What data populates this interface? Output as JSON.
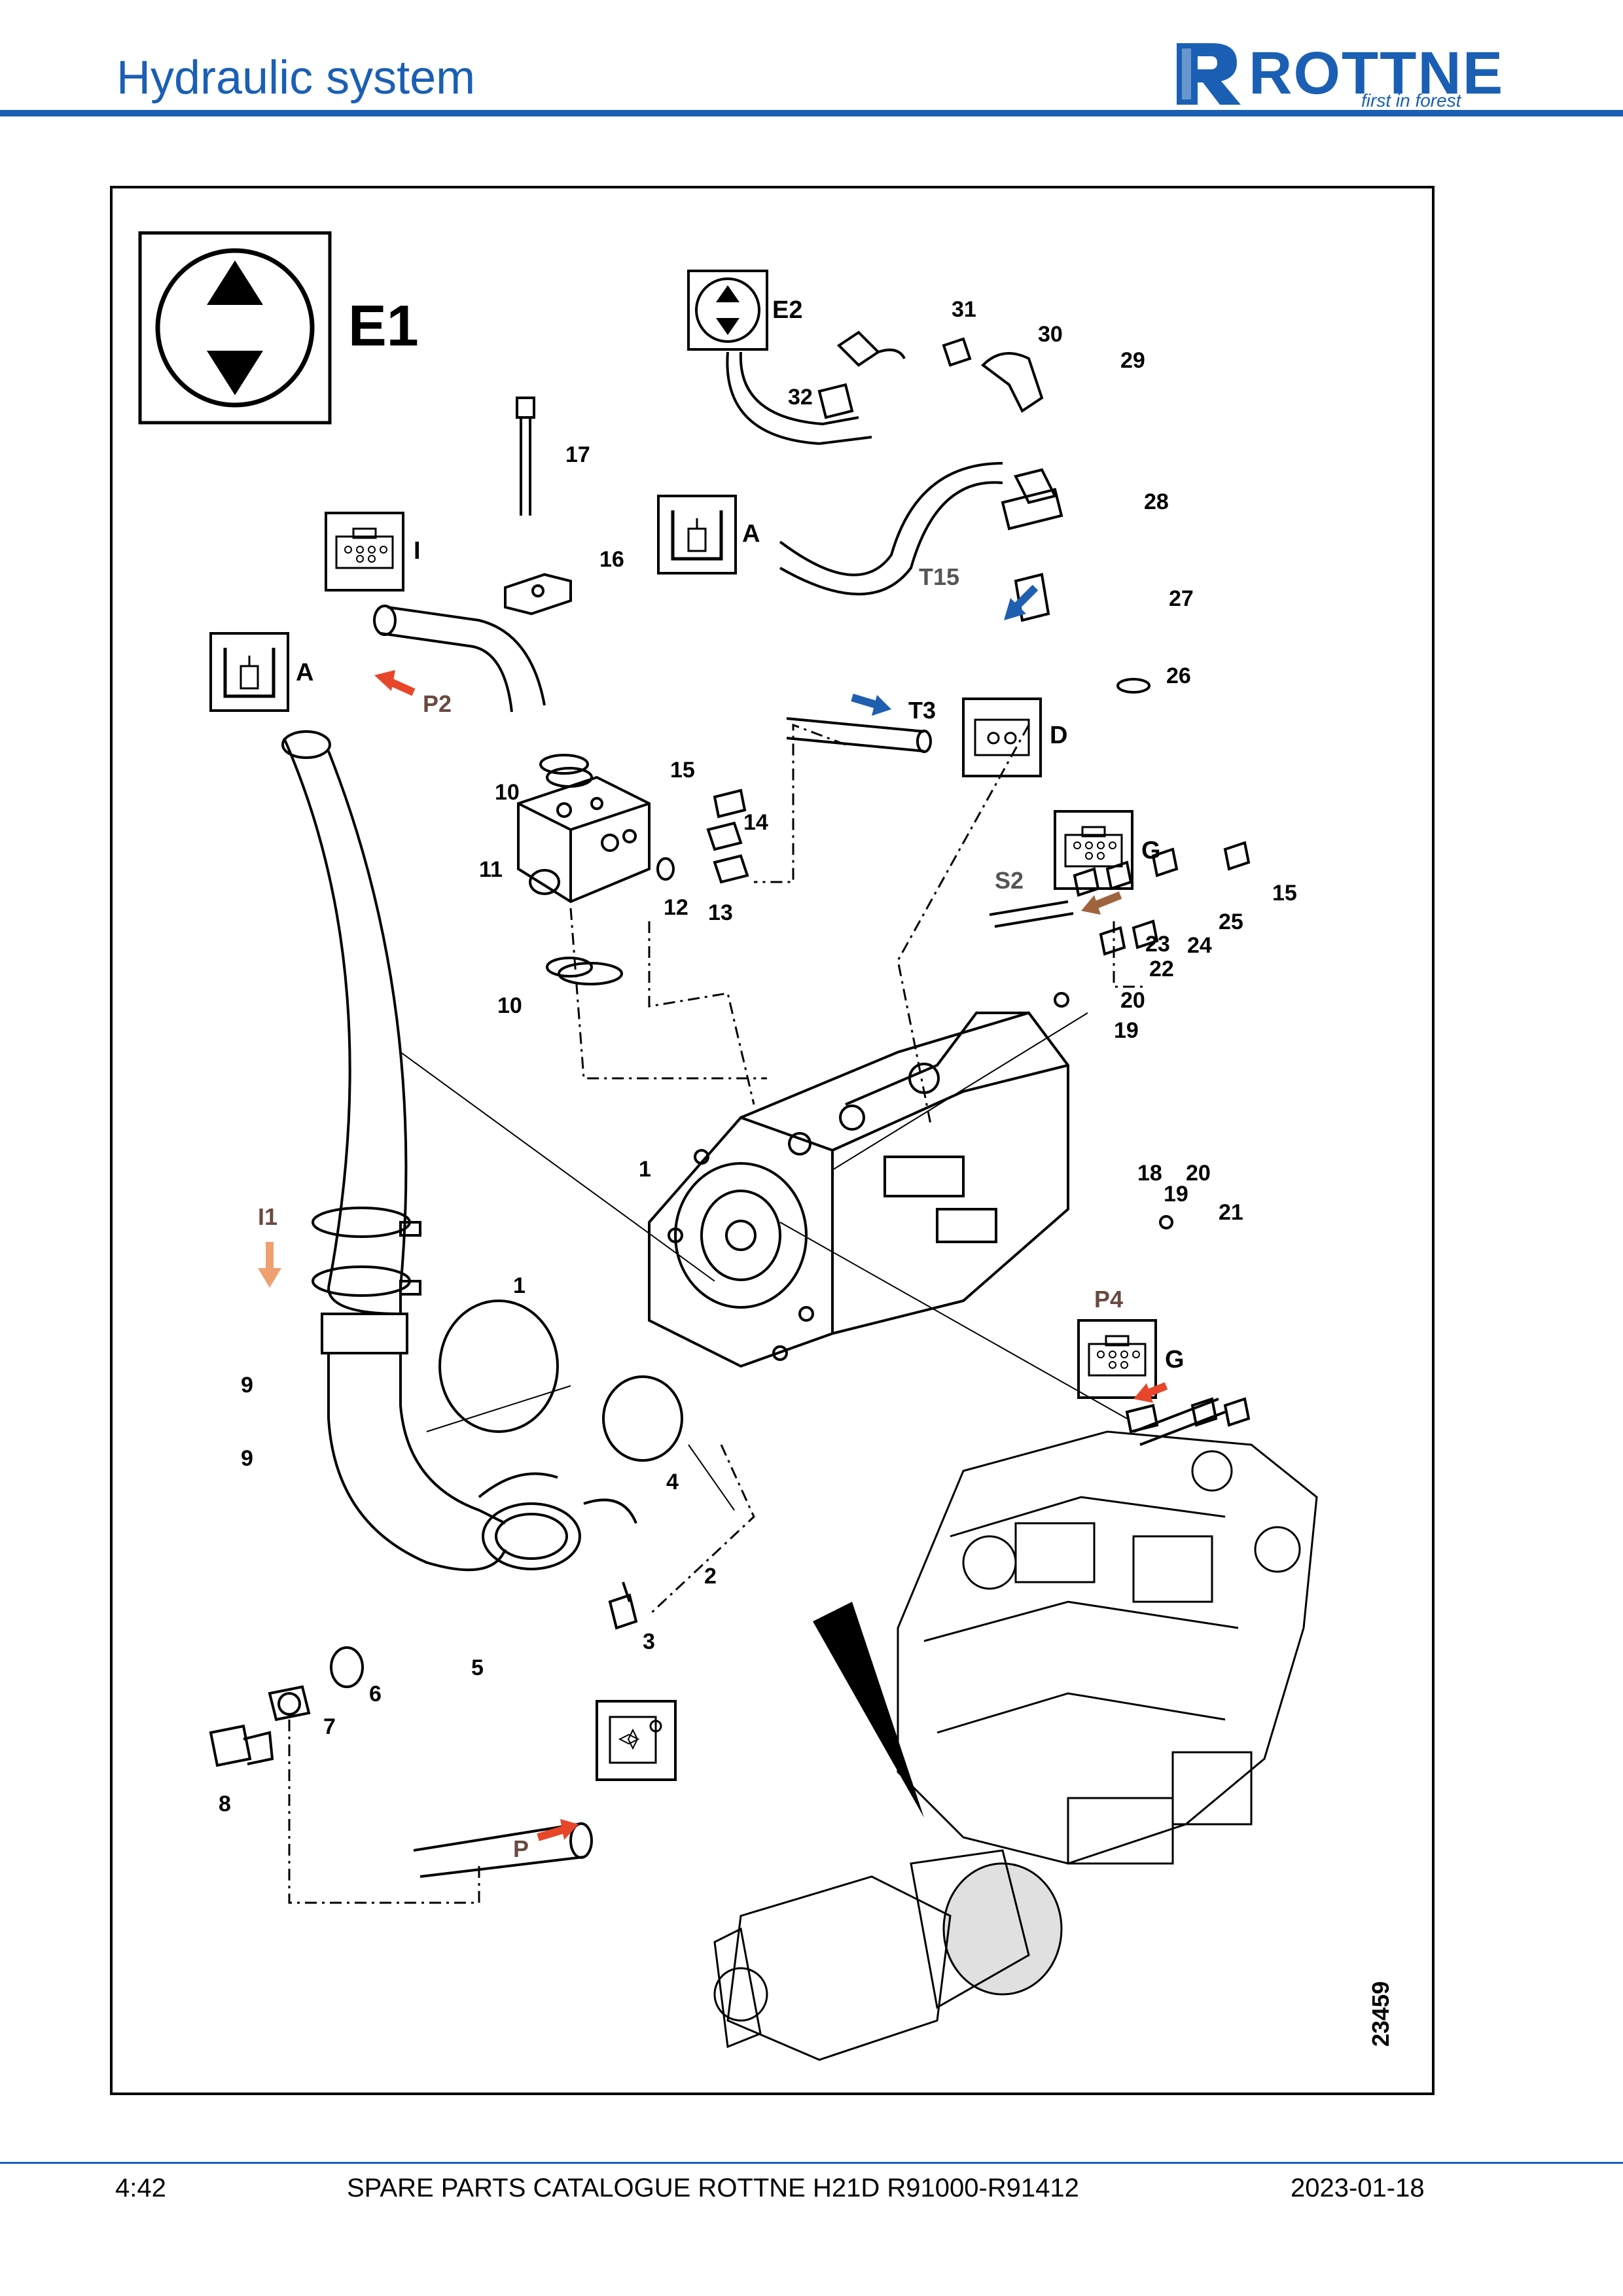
{
  "header": {
    "title": "Hydraulic system"
  },
  "logo": {
    "brand": "ROTTNE",
    "tagline": "first in forest",
    "brand_color": "#1a5fb4"
  },
  "diagram": {
    "main_symbol": "E1",
    "symbol_labels": [
      "E2",
      "I",
      "A",
      "A",
      "D",
      "G",
      "G"
    ],
    "line_labels": [
      "P2",
      "T15",
      "T3",
      "S2",
      "I1",
      "P4",
      "P"
    ],
    "callouts": [
      "31",
      "30",
      "29",
      "32",
      "28",
      "27",
      "26",
      "17",
      "16",
      "15",
      "14",
      "13",
      "12",
      "11",
      "10",
      "10",
      "25",
      "24",
      "23",
      "22",
      "21",
      "20",
      "20",
      "19",
      "19",
      "18",
      "1",
      "1",
      "2",
      "3",
      "4",
      "5",
      "6",
      "7",
      "8",
      "9",
      "9",
      "15"
    ],
    "drawing_number": "23459",
    "arrow_colors": {
      "red": "#e8462a",
      "blue": "#1f5fb0",
      "brown": "#a0643c",
      "orange": "#f0a070"
    }
  },
  "footer": {
    "page": "4:42",
    "catalogue": "SPARE PARTS CATALOGUE ROTTNE H21D R91000-R91412",
    "date": "2023-01-18"
  }
}
